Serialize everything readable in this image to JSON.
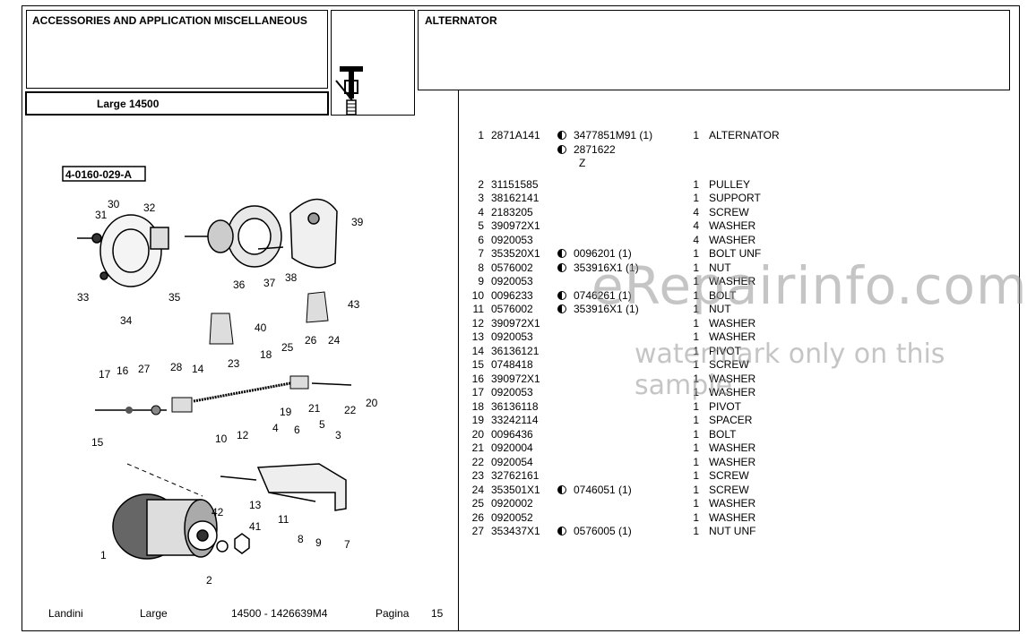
{
  "header": {
    "section_title": "ACCESSORIES AND APPLICATION MISCELLANEOUS",
    "model": "Large 14500",
    "group_title": "ALTERNATOR",
    "illustration_icon": "shaft-gear-icon"
  },
  "diagram": {
    "ref_code": "4-0160-029-A",
    "callouts": [
      "1",
      "2",
      "3",
      "4",
      "5",
      "6",
      "7",
      "8",
      "9",
      "10",
      "11",
      "12",
      "13",
      "14",
      "15",
      "16",
      "17",
      "18",
      "19",
      "20",
      "21",
      "22",
      "23",
      "24",
      "25",
      "26",
      "27",
      "28",
      "30",
      "31",
      "32",
      "33",
      "34",
      "35",
      "36",
      "37",
      "38",
      "39",
      "40",
      "41",
      "42",
      "43"
    ]
  },
  "parts": [
    {
      "no": "1",
      "part": "2871A141",
      "alt": "3477851M91  (1)",
      "alt_icon": true,
      "qty": "1",
      "desc": "ALTERNATOR"
    },
    {
      "no": "",
      "part": "",
      "alt": "2871622",
      "alt_icon": true,
      "qty": "",
      "desc": ""
    },
    {
      "no": "",
      "part": "",
      "alt": "Z",
      "alt_icon": false,
      "qty": "",
      "desc": ""
    },
    {
      "no": "2",
      "part": "31151585",
      "alt": "",
      "alt_icon": false,
      "qty": "1",
      "desc": "PULLEY"
    },
    {
      "no": "3",
      "part": "38162141",
      "alt": "",
      "alt_icon": false,
      "qty": "1",
      "desc": "SUPPORT"
    },
    {
      "no": "4",
      "part": "2183205",
      "alt": "",
      "alt_icon": false,
      "qty": "4",
      "desc": "SCREW"
    },
    {
      "no": "5",
      "part": "390972X1",
      "alt": "",
      "alt_icon": false,
      "qty": "4",
      "desc": "WASHER"
    },
    {
      "no": "6",
      "part": "0920053",
      "alt": "",
      "alt_icon": false,
      "qty": "4",
      "desc": "WASHER"
    },
    {
      "no": "7",
      "part": "353520X1",
      "alt": "0096201  (1)",
      "alt_icon": true,
      "qty": "1",
      "desc": "BOLT UNF"
    },
    {
      "no": "8",
      "part": "0576002",
      "alt": "353916X1  (1)",
      "alt_icon": true,
      "qty": "1",
      "desc": "NUT"
    },
    {
      "no": "9",
      "part": "0920053",
      "alt": "",
      "alt_icon": false,
      "qty": "1",
      "desc": "WASHER"
    },
    {
      "no": "10",
      "part": "0096233",
      "alt": "0746261  (1)",
      "alt_icon": true,
      "qty": "1",
      "desc": "BOLT"
    },
    {
      "no": "11",
      "part": "0576002",
      "alt": "353916X1  (1)",
      "alt_icon": true,
      "qty": "1",
      "desc": "NUT"
    },
    {
      "no": "12",
      "part": "390972X1",
      "alt": "",
      "alt_icon": false,
      "qty": "1",
      "desc": "WASHER"
    },
    {
      "no": "13",
      "part": "0920053",
      "alt": "",
      "alt_icon": false,
      "qty": "1",
      "desc": "WASHER"
    },
    {
      "no": "14",
      "part": "36136121",
      "alt": "",
      "alt_icon": false,
      "qty": "1",
      "desc": "PIVOT"
    },
    {
      "no": "15",
      "part": "0748418",
      "alt": "",
      "alt_icon": false,
      "qty": "1",
      "desc": "SCREW"
    },
    {
      "no": "16",
      "part": "390972X1",
      "alt": "",
      "alt_icon": false,
      "qty": "1",
      "desc": "WASHER"
    },
    {
      "no": "17",
      "part": "0920053",
      "alt": "",
      "alt_icon": false,
      "qty": "1",
      "desc": "WASHER"
    },
    {
      "no": "18",
      "part": "36136118",
      "alt": "",
      "alt_icon": false,
      "qty": "1",
      "desc": "PIVOT"
    },
    {
      "no": "19",
      "part": "33242114",
      "alt": "",
      "alt_icon": false,
      "qty": "1",
      "desc": "SPACER"
    },
    {
      "no": "20",
      "part": "0096436",
      "alt": "",
      "alt_icon": false,
      "qty": "1",
      "desc": "BOLT"
    },
    {
      "no": "21",
      "part": "0920004",
      "alt": "",
      "alt_icon": false,
      "qty": "1",
      "desc": "WASHER"
    },
    {
      "no": "22",
      "part": "0920054",
      "alt": "",
      "alt_icon": false,
      "qty": "1",
      "desc": "WASHER"
    },
    {
      "no": "23",
      "part": "32762161",
      "alt": "",
      "alt_icon": false,
      "qty": "1",
      "desc": "SCREW"
    },
    {
      "no": "24",
      "part": "353501X1",
      "alt": "0746051  (1)",
      "alt_icon": true,
      "qty": "1",
      "desc": "SCREW"
    },
    {
      "no": "25",
      "part": "0920002",
      "alt": "",
      "alt_icon": false,
      "qty": "1",
      "desc": "WASHER"
    },
    {
      "no": "26",
      "part": "0920052",
      "alt": "",
      "alt_icon": false,
      "qty": "1",
      "desc": "WASHER"
    },
    {
      "no": "27",
      "part": "353437X1",
      "alt": "0576005  (1)",
      "alt_icon": true,
      "qty": "1",
      "desc": "NUT UNF"
    }
  ],
  "footer": {
    "brand": "Landini",
    "series": "Large",
    "doc_ref": "14500 - 1426639M4",
    "page_label": "Pagina",
    "page_number": "15"
  },
  "watermark": {
    "line1": "eRepairinfo.com",
    "line2": "watermark only on this sample"
  }
}
